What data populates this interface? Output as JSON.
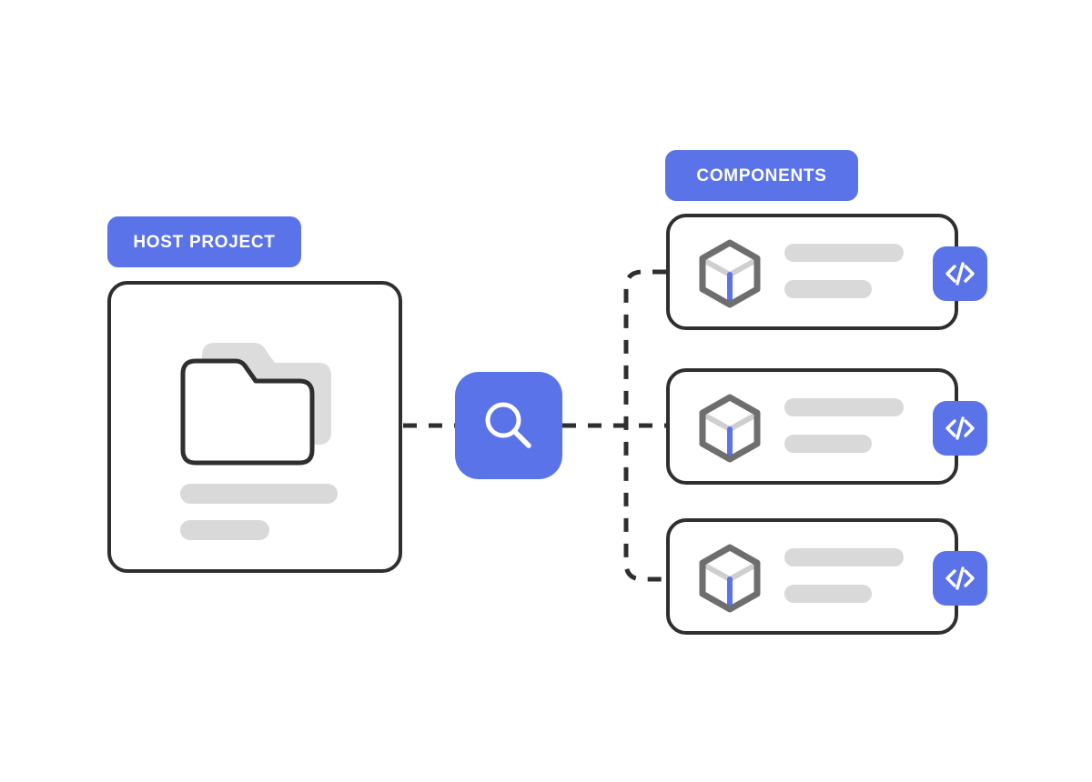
{
  "diagram": {
    "title": "Host project to components search flow",
    "colors": {
      "accent_blue": "#5B73E8",
      "outline_dark": "#2F2F2F",
      "placeholder_gray": "#D9D9D9",
      "cube_outline_gray": "#6E6E6E",
      "cube_top_gray": "#CFCFCF",
      "cube_blue_edge": "#5B73E8",
      "background": "#FFFFFF"
    }
  },
  "host": {
    "badge_label": "HOST PROJECT",
    "folder_icon": "folder-icon",
    "bars": [
      "placeholder-bar-long",
      "placeholder-bar-short"
    ]
  },
  "search": {
    "icon": "search-icon"
  },
  "components": {
    "badge_label": "COMPONENTS",
    "cards": [
      {
        "cube_icon": "cube-icon",
        "code_icon": "code-icon",
        "bars": [
          "placeholder-bar-long",
          "placeholder-bar-short"
        ]
      },
      {
        "cube_icon": "cube-icon",
        "code_icon": "code-icon",
        "bars": [
          "placeholder-bar-long",
          "placeholder-bar-short"
        ]
      },
      {
        "cube_icon": "cube-icon",
        "code_icon": "code-icon",
        "bars": [
          "placeholder-bar-long",
          "placeholder-bar-short"
        ]
      }
    ]
  },
  "connectors": {
    "style": "dashed",
    "description": "host connects to search node, search node branches to three component cards"
  }
}
